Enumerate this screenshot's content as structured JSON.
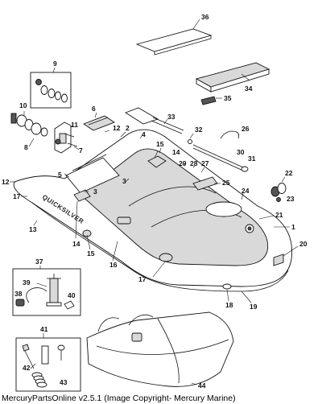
{
  "callouts": {
    "c1": "1",
    "c2": "2",
    "c3a": "3",
    "c3b": "3",
    "c4": "4",
    "c5": "5",
    "c6": "6",
    "c7": "7",
    "c8": "8",
    "c9": "9",
    "c10": "10",
    "c11": "11",
    "c12a": "12",
    "c12b": "12",
    "c13": "13",
    "c14a": "14",
    "c14b": "14",
    "c15a": "15",
    "c15b": "15",
    "c16": "16",
    "c17a": "17",
    "c17b": "17",
    "c18": "18",
    "c19": "19",
    "c20": "20",
    "c21": "21",
    "c22": "22",
    "c23": "23",
    "c24": "24",
    "c25": "25",
    "c26": "26",
    "c27": "27",
    "c28": "28",
    "c29": "29",
    "c30": "30",
    "c31": "31",
    "c32": "32",
    "c33": "33",
    "c34": "34",
    "c35": "35",
    "c36": "36",
    "c37": "37",
    "c38": "38",
    "c39": "39",
    "c40": "40",
    "c41": "41",
    "c42": "42",
    "c43": "43",
    "c44": "44"
  },
  "brand": "QUICKSILVER",
  "caption": "MercuryPartsOnline v2.5.1 (Image Copyright- Mercury Marine)",
  "icons": {
    "boat": "inflatable-boat-icon",
    "paddle": "oar-icon",
    "pump": "foot-pump-icon",
    "bag": "storage-bag-icon"
  }
}
